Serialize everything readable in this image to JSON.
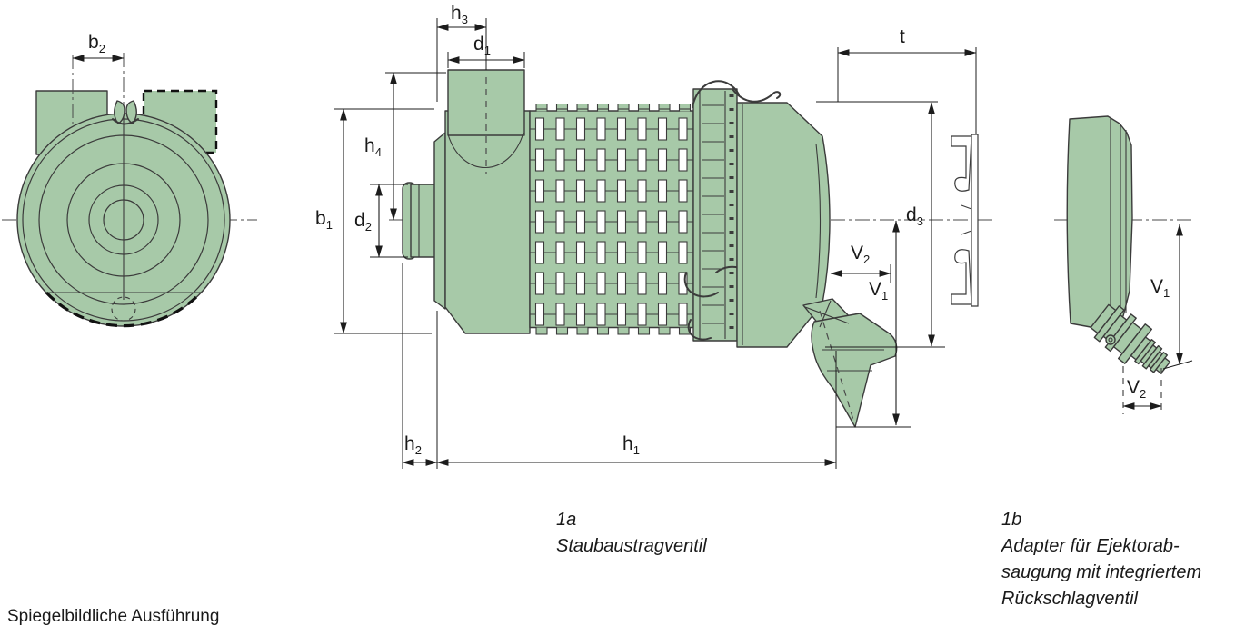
{
  "colors": {
    "body_fill": "#a7c9a8",
    "line": "#3b3b3b",
    "dim": "#1c1c1c"
  },
  "dimensions": {
    "b1": {
      "main": "b",
      "sub": "1"
    },
    "b2": {
      "main": "b",
      "sub": "2"
    },
    "d1": {
      "main": "d",
      "sub": "1"
    },
    "d2": {
      "main": "d",
      "sub": "2"
    },
    "d3": {
      "main": "d",
      "sub": "3"
    },
    "h1": {
      "main": "h",
      "sub": "1"
    },
    "h2": {
      "main": "h",
      "sub": "2"
    },
    "h3": {
      "main": "h",
      "sub": "3"
    },
    "h4": {
      "main": "h",
      "sub": "4"
    },
    "t": {
      "main": "t",
      "sub": ""
    },
    "v1": {
      "main": "V",
      "sub": "1"
    },
    "v2": {
      "main": "V",
      "sub": "2"
    }
  },
  "captions": {
    "variant_a": {
      "label": "1a",
      "lines": [
        "Staubaustragventil"
      ]
    },
    "variant_b": {
      "label": "1b",
      "lines": [
        "Adapter für Ejektorab-",
        "saugung mit integriertem",
        "Rückschlagventil"
      ]
    }
  },
  "footnote": "Spiegelbildliche Ausführung"
}
